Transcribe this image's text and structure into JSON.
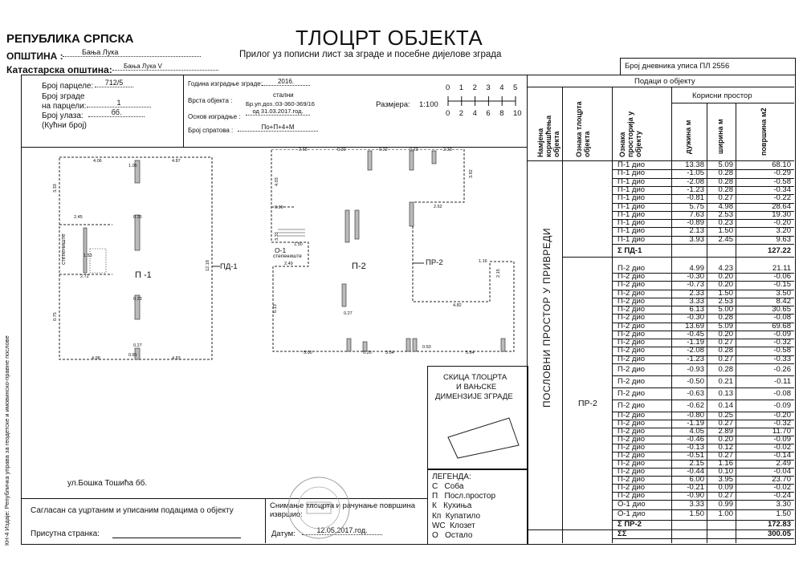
{
  "header": {
    "republic": "РЕПУБЛИКА СРПСКА",
    "municipality_label": "ОПШТИНА :",
    "municipality_value": "Бања Лука",
    "cadastral_label": "Катастарска општина:",
    "cadastral_value": "Бања Лука V",
    "title": "ТЛОЦРТ ОБЈЕКТА",
    "subtitle": "Прилог уз пописни лист за зграде и посебне дијелове зграда",
    "register_label": "Број дневника уписа ПЛ 2556"
  },
  "parcel": {
    "parcel_no_label": "Број парцеле:",
    "parcel_no_value": "712/5",
    "building_no_label1": "Број зграде",
    "building_no_label2": "на парцели:",
    "building_no_value": "1",
    "entrance_label": "Број улаза:",
    "entrance_value": "бб.",
    "house_no": "(Кућни број)"
  },
  "building": {
    "year_label": "Година изградње зграде:",
    "year_value": "2016.",
    "type_label": "Врста објекта :",
    "type_value": "стални",
    "basis_label": "Основ изградње :",
    "basis_value1": "Бр.уп.доз.:03-360-369/16",
    "basis_value2": "од 31.03.2017.год.",
    "floors_label": "Број спратова :",
    "floors_value": "По+П+4+М"
  },
  "scale": {
    "label": "Размјера:",
    "value": "1:100",
    "top_ticks": [
      "0",
      "1",
      "2",
      "3",
      "4",
      "5"
    ],
    "bottom_ticks": [
      "0",
      "2",
      "4",
      "6",
      "8",
      "10"
    ]
  },
  "plan": {
    "left_label": "П -1",
    "left_tag": "ПД-1",
    "stairs": "степениште",
    "right_label": "П-2",
    "right_tag": "ПР-2",
    "o1_label": "О-1",
    "stairs2": "степениште",
    "left_dims": {
      "top_left": "4.06",
      "top_right": "4.87",
      "top_mid": "1.05",
      "bottom_left": "4.98",
      "bottom_right": "4.83",
      "bottom_mid": "0.81",
      "left_side": "3.33",
      "left_side2": "0.75",
      "right_side": "12.18",
      "stair_a": "2.45",
      "stair_b": "1.53",
      "stair_c": "2.72",
      "pillar_a": "0.26",
      "pillar_b": "0.23",
      "pillar_c": "0.27"
    },
    "right_dims": {
      "top_a": "2.65",
      "top_b": "0.30",
      "top_c": "0.22",
      "top_d": "0.23",
      "top_e": "2.33",
      "right_a": "3.92",
      "right_b": "2.62",
      "right_c": "1.16",
      "right_d": "2.15",
      "mid_a": "4.82",
      "left_a": "4.03",
      "left_b": "0.99",
      "left_c": "3.33",
      "left_d": "1.50",
      "left_e": "2.49",
      "left_f": "6.13",
      "bottom_a": "5.00",
      "bottom_b": "3.04",
      "bottom_c": "5.64",
      "col_a": "0.27",
      "col_b": "0.20",
      "col_c": "0.50"
    }
  },
  "sketch": {
    "title1": "СКИЦА ТЛОЦРТА",
    "title2": "И ВАЊСКЕ",
    "title3": "ДИМЕНЗИЈЕ ЗГРАДЕ"
  },
  "address": "ул.Бошка Тошића бб.",
  "legend": {
    "title": "ЛЕГЕНДА:",
    "items": [
      "С   Соба",
      "П   Посл.простор",
      "К   Кухиња",
      "Кп  Купатило",
      "WC  Клозет",
      "О   Остало"
    ]
  },
  "footer": {
    "agreed": "Сагласан са уцртаним и уписаним подацима о објекту",
    "present": "Присутна странка:",
    "surveyed1": "Снимање тлоцрта и рачунање површина",
    "surveyed2": "извршио:",
    "date_label": "Датум:",
    "date_value": "12.05.2017.год.",
    "side_note": "КН-4 Издаје: Републичка управа за геодетске и имовинско-правне послове",
    "stamp_text": "ГЕОМЕТАР"
  },
  "table": {
    "header_main": "Подаци о објекту",
    "col_purpose": "Намјена коришћења објекта",
    "col_plan": "Ознака тлоцрта објекта",
    "col_room": "Ознака просторија у објекту",
    "useful_space": "Корисни простор",
    "col_length": "дужина м",
    "col_width": "ширина м",
    "col_area": "површина м2",
    "purpose_value": "ПОСЛОВНИ ПРОСТОР У ПРИВРЕДИ",
    "plan_value": "ПР-2",
    "group1": [
      [
        "П-1 дио",
        "13.38",
        "5.09",
        "68.10"
      ],
      [
        "П-1 дио",
        "-1.05",
        "0.28",
        "-0.29"
      ],
      [
        "П-1 дио",
        "-2.08",
        "0.28",
        "-0.58"
      ],
      [
        "П-1 дио",
        "-1.23",
        "0.28",
        "-0.34"
      ],
      [
        "П-1 дио",
        "-0.81",
        "0.27",
        "-0.22"
      ],
      [
        "П-1 дио",
        "5.75",
        "4.98",
        "28.64"
      ],
      [
        "П-1 дио",
        "7.63",
        "2.53",
        "19.30"
      ],
      [
        "П-1 дио",
        "-0.89",
        "0.23",
        "-0.20"
      ],
      [
        "П-1 дио",
        "2.13",
        "1.50",
        "3.20"
      ],
      [
        "П-1 дио",
        "3.93",
        "2.45",
        "9.63"
      ]
    ],
    "sum1_label": "Σ ПД-1",
    "sum1_value": "127.22",
    "group2": [
      [
        "П-2 дио",
        "4.99",
        "4.23",
        "21.11"
      ],
      [
        "П-2 дио",
        "-0.30",
        "0.20",
        "-0.06"
      ],
      [
        "П-2 дио",
        "-0.73",
        "0.20",
        "-0.15"
      ],
      [
        "П-2 дио",
        "2.33",
        "1.50",
        "3.50"
      ],
      [
        "П-2 дио",
        "3.33",
        "2.53",
        "8.42"
      ],
      [
        "П-2 дио",
        "6.13",
        "5.00",
        "30.65"
      ],
      [
        "П-2 дио",
        "-0.30",
        "0.28",
        "-0.08"
      ],
      [
        "П-2 дио",
        "13.69",
        "5.09",
        "69.68"
      ],
      [
        "П-2 дио",
        "-0.45",
        "0.20",
        "-0.09"
      ],
      [
        "П-2 дио",
        "-1.19",
        "0.27",
        "-0.32"
      ],
      [
        "П-2 дио",
        "-2.08",
        "0.28",
        "-0.58"
      ],
      [
        "П-2 дио",
        "-1.23",
        "0.27",
        "-0.33"
      ],
      [
        "П-2 дио",
        "-0.93",
        "0.28",
        "-0.26"
      ],
      [
        "П-2 дио",
        "-0.50",
        "0.21",
        "-0.11"
      ],
      [
        "П-2 дио",
        "-0.63",
        "0.13",
        "-0.08"
      ],
      [
        "П-2 дио",
        "-0.62",
        "0.14",
        "-0.09"
      ],
      [
        "П-2 дио",
        "-0.80",
        "0.25",
        "-0.20"
      ],
      [
        "П-2 дио",
        "-1.19",
        "0.27",
        "-0.32"
      ],
      [
        "П-2 дио",
        "4.05",
        "2.89",
        "11.70"
      ],
      [
        "П-2 дио",
        "-0.46",
        "0.20",
        "-0.09"
      ],
      [
        "П-2 дио",
        "-0.13",
        "0.12",
        "-0.02"
      ],
      [
        "П-2 дио",
        "-0.51",
        "0.27",
        "-0.14"
      ],
      [
        "П-2 дио",
        "2.15",
        "1.16",
        "2.49"
      ],
      [
        "П-2 дио",
        "-0.44",
        "0.10",
        "-0.04"
      ],
      [
        "П-2 дио",
        "6.00",
        "3.95",
        "23.70"
      ],
      [
        "П-2 дио",
        "-0.21",
        "0.09",
        "-0.02"
      ],
      [
        "П-2 дио",
        "-0.90",
        "0.27",
        "-0.24"
      ],
      [
        "О-1 дио",
        "3.33",
        "0.99",
        "3.30"
      ],
      [
        "О-1 дио",
        "1.50",
        "1.00",
        "1.50"
      ]
    ],
    "sum2_label": "Σ ПР-2",
    "sum2_value": "172.83",
    "total_label": "ΣΣ",
    "total_value": "300.05"
  }
}
